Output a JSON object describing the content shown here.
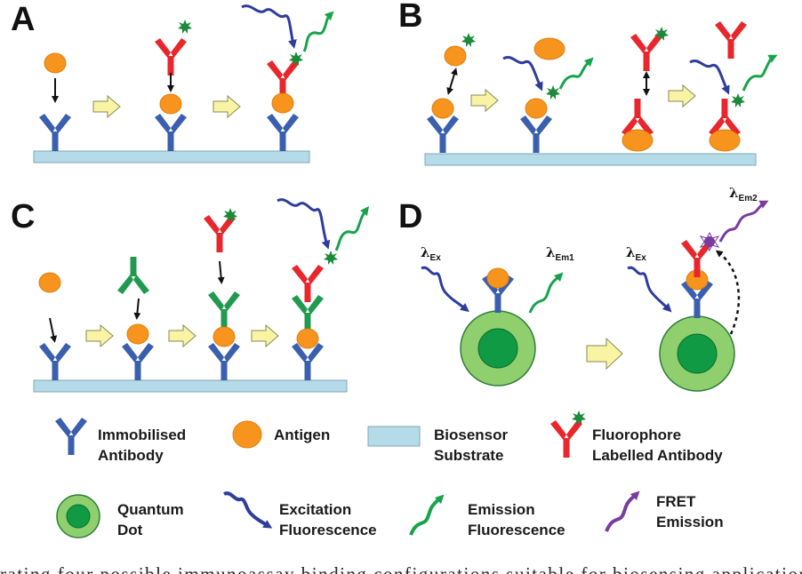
{
  "panels": {
    "a": "A",
    "b": "B",
    "c": "C",
    "d": "D"
  },
  "wavelengths": {
    "ex_1": {
      "base": "λ",
      "sub": "Ex"
    },
    "em_1": {
      "base": "λ",
      "sub": "Em1"
    },
    "ex_2": {
      "base": "λ",
      "sub": "Ex"
    },
    "em_2": {
      "base": "λ",
      "sub": "Em2"
    }
  },
  "legend": {
    "immobilised_antibody": [
      "Immobilised",
      "Antibody"
    ],
    "antigen": "Antigen",
    "biosensor_substrate": [
      "Biosensor",
      "Substrate"
    ],
    "fluorophore_antibody": [
      "Fluorophore",
      "Labelled Antibody"
    ],
    "quantum_dot": [
      "Quantum",
      "Dot"
    ],
    "excitation": [
      "Excitation",
      "Fluorescence"
    ],
    "emission": [
      "Emission",
      "Fluorescence"
    ],
    "fret": [
      "FRET",
      "Emission"
    ]
  },
  "caption": "rating four possible immunoassay binding configurations suitable for biosensing applications",
  "colors": {
    "immobilised_antibody": "#3a5fae",
    "labelled_antibody": "#e8262b",
    "secondary_antibody": "#1f9a4e",
    "antigen": "#f7941d",
    "substrate": "#b5dbe8",
    "fluorophore": "#1b8a3a",
    "excitation": "#2e3d9b",
    "emission": "#17a34a",
    "fret": "#7a3aa0",
    "qd_outer": "#8fcf6e",
    "qd_inner": "#0f9a43",
    "process_arrow": "#f8f4a4"
  }
}
